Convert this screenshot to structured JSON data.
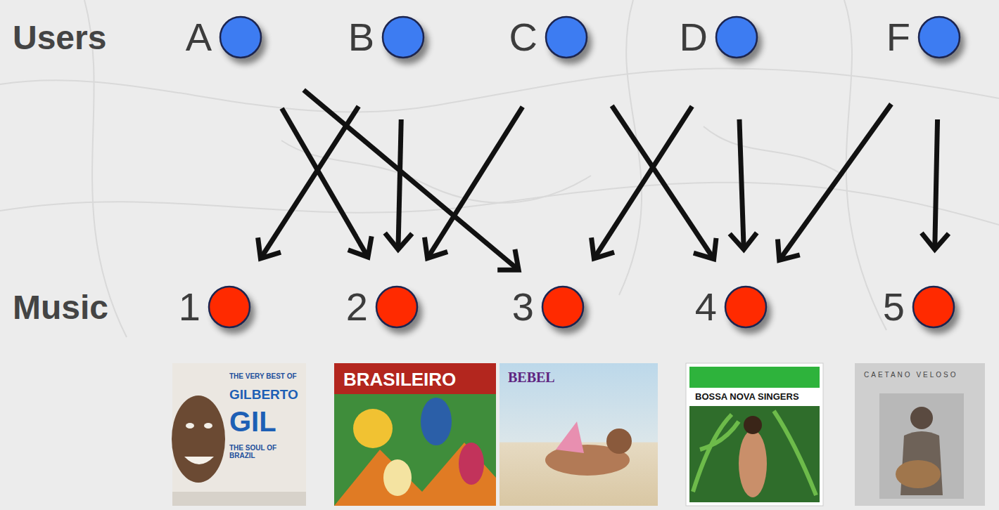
{
  "diagram": {
    "nodes": [
      {
        "text": [
          "A"
        ]
      },
      {
        "text": [
          "B"
        ]
      },
      {
        "text": [
          "C"
        ]
      },
      {
        "text": [
          "D"
        ]
      },
      {
        "text": [
          "F"
        ]
      },
      {
        "text": [
          "1"
        ]
      },
      {
        "text": [
          "2"
        ]
      },
      {
        "text": [
          "3"
        ]
      },
      {
        "text": [
          "4"
        ]
      },
      {
        "text": [
          "5"
        ]
      }
    ],
    "edges": [
      {
        "from": 0,
        "to": 6,
        "arrow": "to"
      },
      {
        "from": 0,
        "to": 7,
        "arrow": "to"
      },
      {
        "from": 1,
        "to": 5,
        "arrow": "to"
      },
      {
        "from": 1,
        "to": 6,
        "arrow": "to"
      },
      {
        "from": 2,
        "to": 6,
        "arrow": "to"
      },
      {
        "from": 2,
        "to": 8,
        "arrow": "to"
      },
      {
        "from": 3,
        "to": 7,
        "arrow": "to"
      },
      {
        "from": 3,
        "to": 8,
        "arrow": "to"
      },
      {
        "from": 4,
        "to": 8,
        "arrow": "to"
      },
      {
        "from": 4,
        "to": 9,
        "arrow": "to"
      }
    ],
    "labels": [
      "Users",
      "Music",
      "THE VERY BEST OF",
      "GILBERTO",
      "GIL",
      "THE SOUL OF BRAZIL",
      "BRASILEIRO",
      "BEBEL",
      "BOSSA NOVA SINGERS",
      "CAETANO VELOSO"
    ]
  }
}
